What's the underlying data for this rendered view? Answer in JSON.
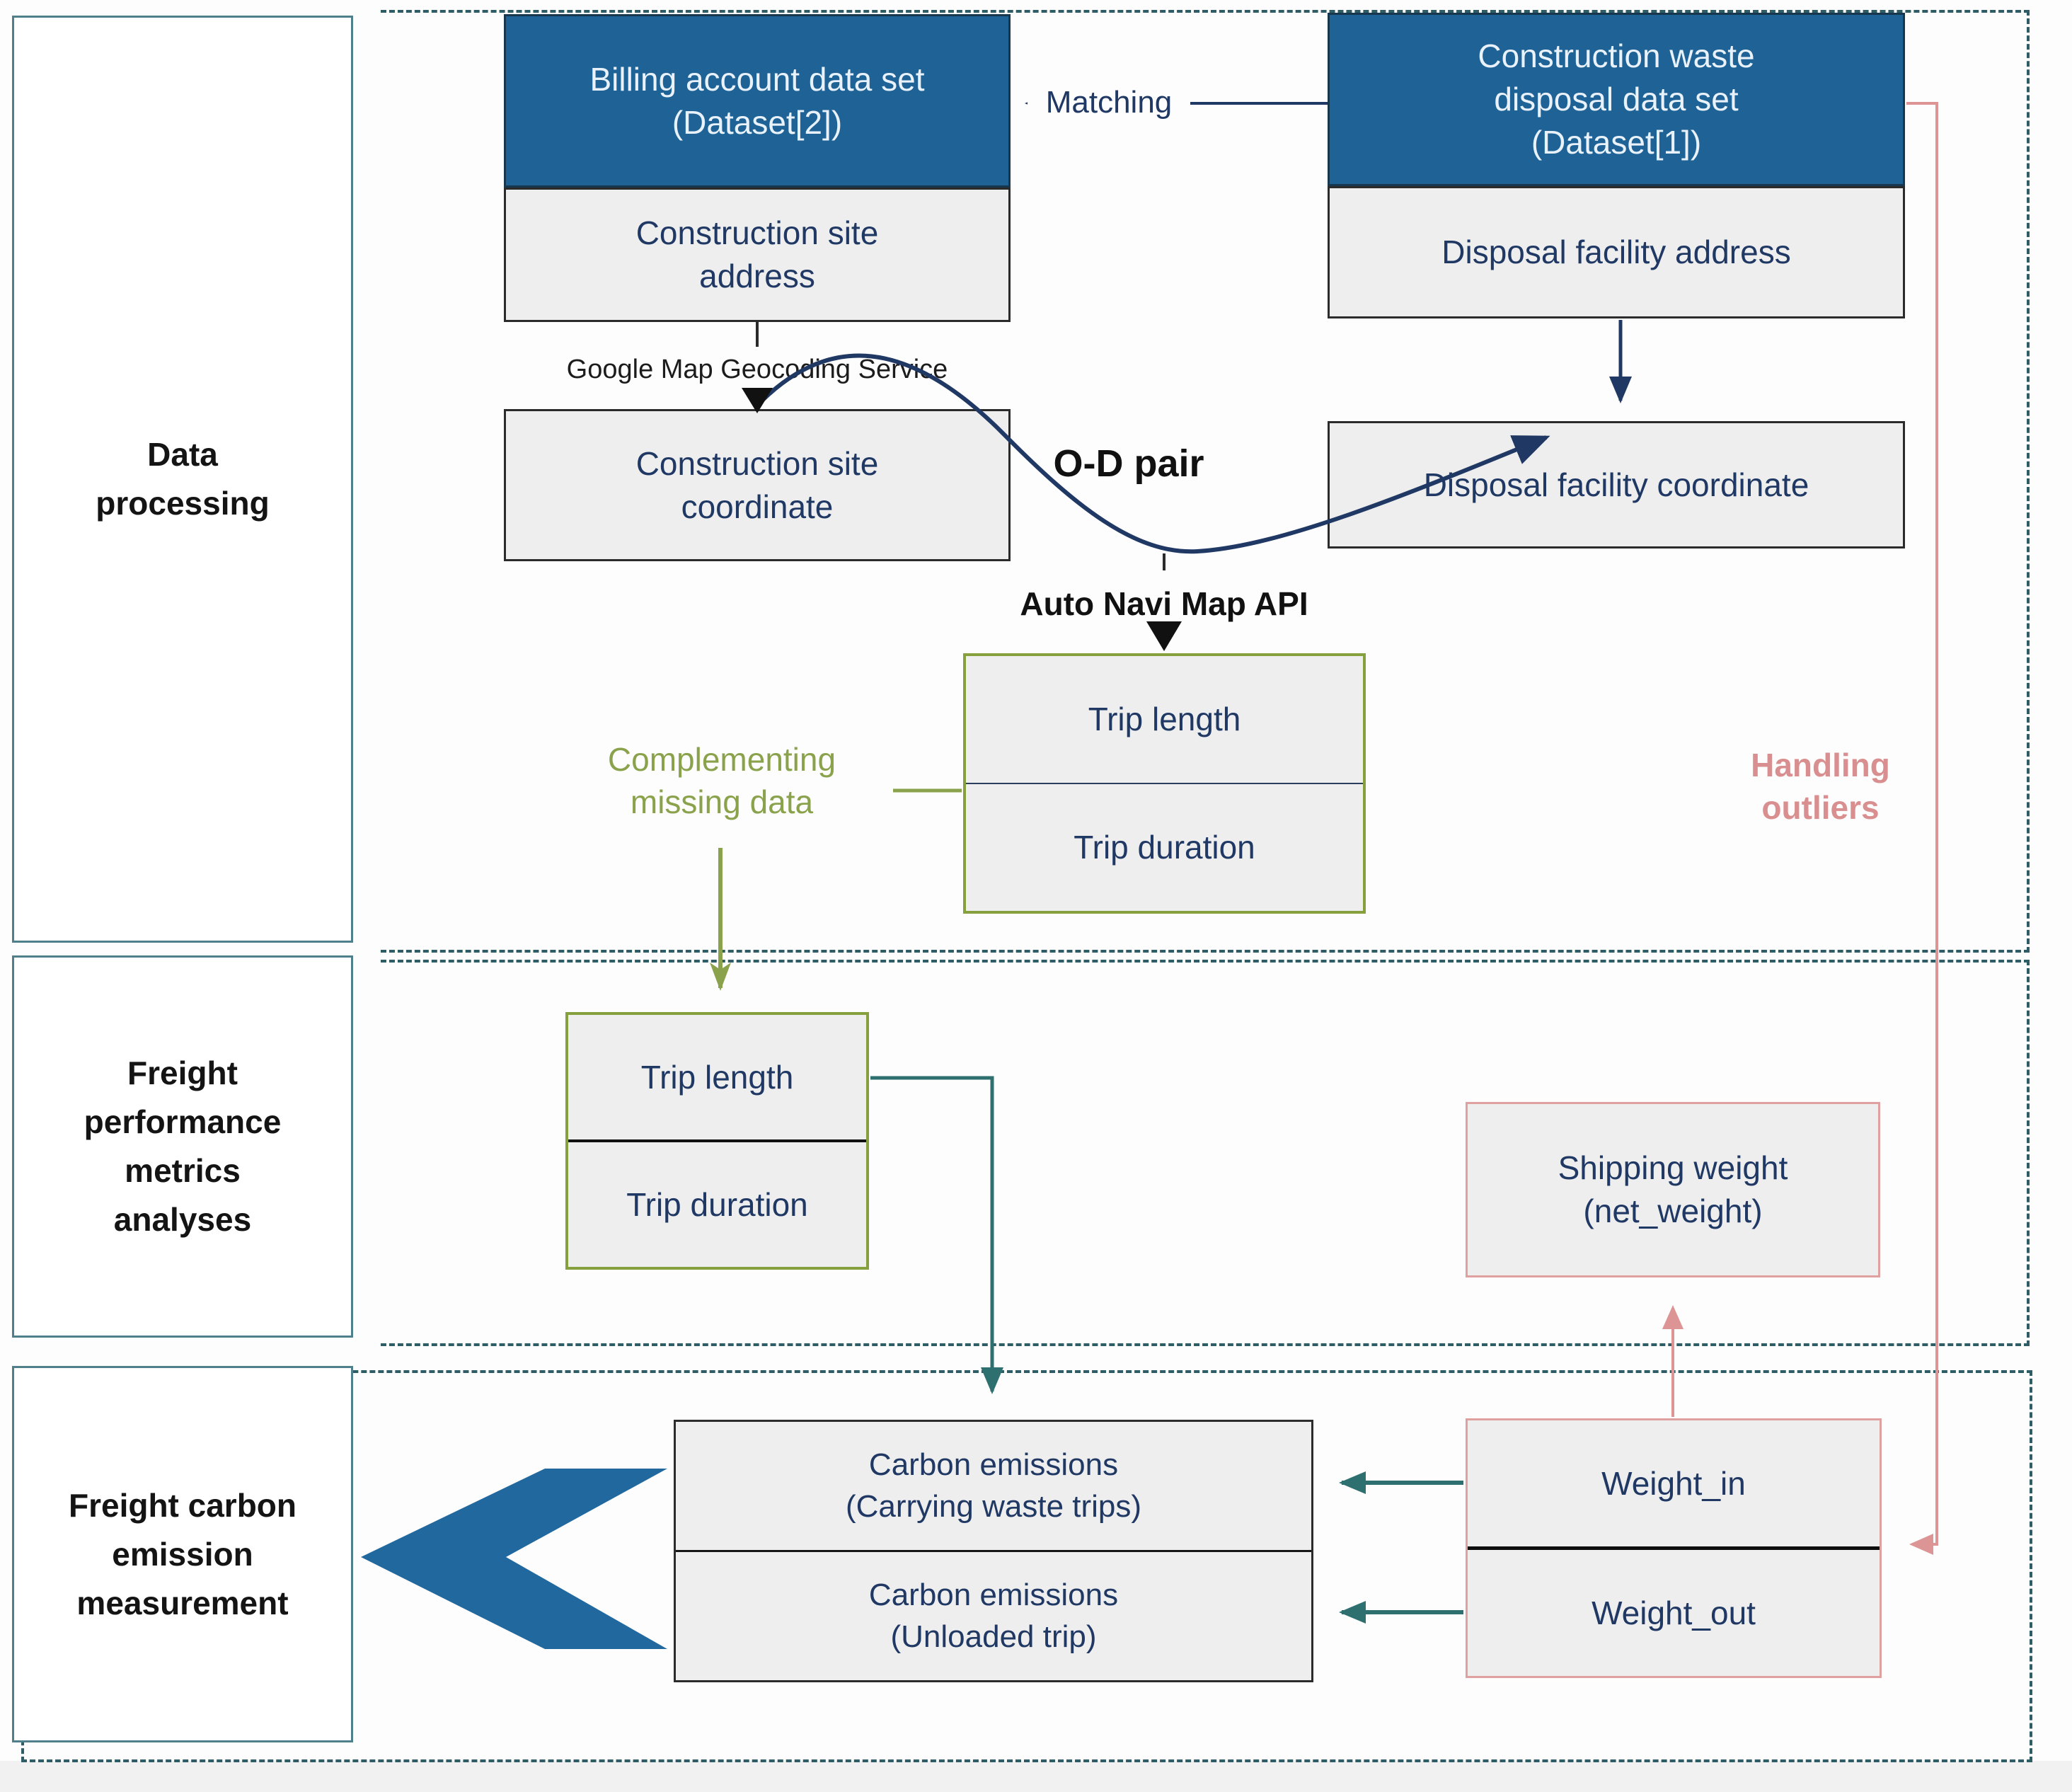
{
  "title": "Freight carbon emission measurement workflow",
  "colors": {
    "header_blue": "#1F6396",
    "navy_text": "#203864",
    "green_accent": "#8BA24C",
    "pink_accent": "#D98F8F",
    "teal_arrow": "#2E6F6F",
    "dashed_border_teal": "#2F5D66",
    "chevron_blue": "#21689F",
    "box_fill": "#EEEEEE"
  },
  "sections": [
    {
      "label": "Data processing"
    },
    {
      "label": "Freight performance metrics analyses"
    },
    {
      "label": "Freight carbon emission measurement"
    }
  ],
  "flow": {
    "billing": {
      "header": [
        "Billing account data set",
        "(Dataset[2])"
      ],
      "field": [
        "Construction site",
        "address"
      ]
    },
    "waste": {
      "header": [
        "Construction waste",
        "disposal data set",
        "(Dataset[1])"
      ],
      "field": [
        "Disposal facility address"
      ]
    },
    "site_coordinate": [
      "Construction site",
      "coordinate"
    ],
    "facility_coordinate": [
      "Disposal facility coordinate"
    ],
    "trip_api": {
      "top": "Trip length",
      "bottom": "Trip duration"
    },
    "trip_metrics": {
      "top": "Trip length",
      "bottom": "Trip duration"
    },
    "shipping": [
      "Shipping weight",
      "(net_weight)"
    ],
    "carbon": {
      "top": [
        "Carbon emissions",
        "(Carrying waste trips)"
      ],
      "bottom": [
        "Carbon emissions",
        "(Unloaded trip)"
      ]
    },
    "weight": {
      "top": "Weight_in",
      "bottom": "Weight_out"
    }
  },
  "connectors": {
    "matching": "Matching",
    "geocoding": "Google Map Geocoding Service",
    "od_pair": "O-D pair",
    "auto_navi": "Auto Navi Map API",
    "complementing": [
      "Complementing",
      "missing data"
    ],
    "handling": [
      "Handling",
      "outliers"
    ]
  }
}
